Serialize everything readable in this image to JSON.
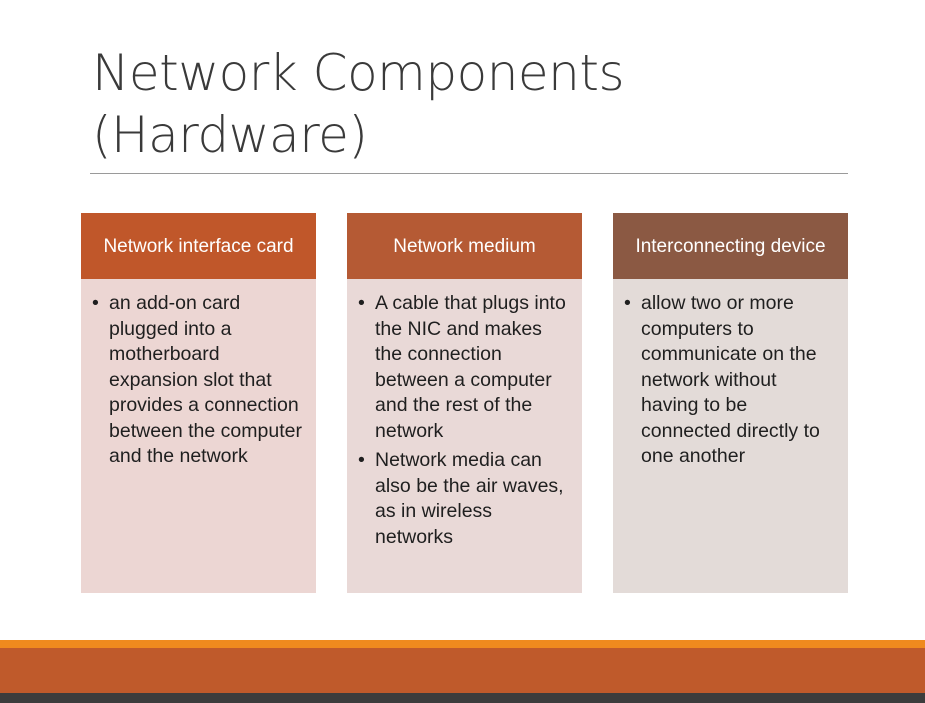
{
  "slide": {
    "title_line1": "Network Components",
    "title_line2": "(Hardware)"
  },
  "cards": [
    {
      "heading": "Network interface card",
      "bullets": [
        "an add-on card plugged into a motherboard expansion slot that provides a connection between the computer and the network"
      ]
    },
    {
      "heading": "Network medium",
      "bullets": [
        "A cable that plugs into the NIC and makes the connection between a computer and the rest of the network",
        "Network media can also be the air waves, as in wireless networks"
      ]
    },
    {
      "heading": "Interconnecting device",
      "bullets": [
        "allow two or more computers to communicate on the network without having to be connected directly to one another"
      ]
    }
  ],
  "colors": {
    "card1_header": "#c0572a",
    "card2_header": "#b55a34",
    "card3_header": "#8b5943",
    "footer_accent": "#ef8a1e",
    "footer_band": "#bf5a2b"
  }
}
